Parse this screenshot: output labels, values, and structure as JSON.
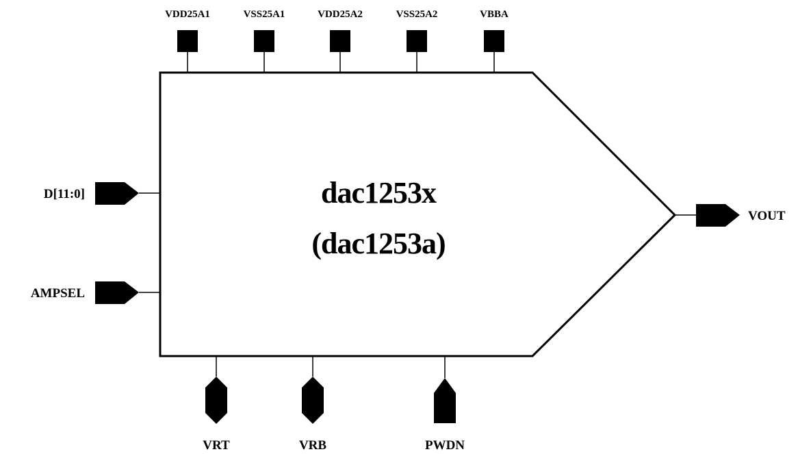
{
  "block": {
    "name": "dac1253x",
    "variant": "(dac1253a)"
  },
  "pins": {
    "top": [
      "VDD25A1",
      "VSS25A1",
      "VDD25A2",
      "VSS25A2",
      "VBBA"
    ],
    "left": [
      "D[11:0]",
      "AMPSEL"
    ],
    "right": [
      "VOUT"
    ],
    "bottom": [
      "VRT",
      "VRB",
      "PWDN"
    ]
  },
  "colors": {
    "line": "#000000",
    "background": "#ffffff"
  }
}
